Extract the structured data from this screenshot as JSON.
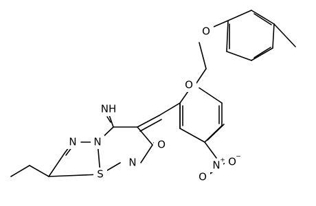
{
  "diagram": {
    "kind": "skeletal chemical structure",
    "line_color": "#000000",
    "background": "#ffffff",
    "atom_labels": {
      "imine": "NH",
      "ring_n_top": "N",
      "ring_n_bridge": "N",
      "sulfur": "S",
      "ring_n_bottom": "N",
      "carbonyl_o": "O",
      "nitro_n": "N",
      "nitro_o_top": "O",
      "nitro_o_bottom": "O",
      "ether_o_aryl": "O",
      "ether_o_phenoxy": "O"
    },
    "charges": {
      "nitro_n": "+",
      "nitro_o_top": "−"
    }
  }
}
